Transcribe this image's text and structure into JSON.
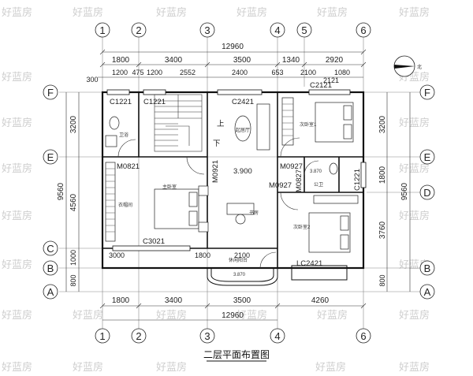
{
  "title": "二层平面布置图",
  "watermark": "好蓝房",
  "axes": {
    "top": [
      "1",
      "2",
      "3",
      "4",
      "5",
      "6"
    ],
    "bottom": [
      "1",
      "2",
      "3",
      "4",
      "6"
    ],
    "left": [
      "F",
      "E",
      "C",
      "B",
      "A"
    ],
    "right": [
      "F",
      "E",
      "D",
      "B",
      "A"
    ]
  },
  "dimensions": {
    "top_total": "12960",
    "top_row1": [
      "1800",
      "3400",
      "3500",
      "1340",
      "2920"
    ],
    "top_row2": [
      "300",
      "1200",
      "475",
      "1200",
      "2552",
      "2400",
      "653",
      "2100",
      "1080"
    ],
    "bottom_row1": [
      "1800",
      "3400",
      "3500",
      "4260"
    ],
    "bottom_total": "12960",
    "inner_bottom": [
      "3000",
      "1800",
      "2100"
    ],
    "window_top_right": "2121",
    "left_outer": "9560",
    "left_inner": [
      "3200",
      "4560",
      "1000",
      "800"
    ],
    "right_outer": "9560",
    "right_inner": [
      "3200",
      "1800",
      "3760",
      "800"
    ]
  },
  "labels": {
    "c1221_a": "C1221",
    "c1221_b": "C1221",
    "c2421": "C2421",
    "c2121": "C2121",
    "m0821": "M0821",
    "m0921_v": "M0921",
    "m0927_a": "M0927",
    "m0927_b": "M0927",
    "m0827": "M0827",
    "c1221_v": "C1221",
    "c3021": "C3021",
    "lc2421": "LC2421",
    "elev_main": "3.900",
    "elev_small": "3.870",
    "elev_bath": "3.870",
    "stair_up": "上",
    "stair_down": "下",
    "room_master": "主卧室",
    "room_wardrobe": "衣帽间",
    "room_bath1": "卫浴",
    "room_bath2": "公卫",
    "room_study": "书房",
    "room_second1": "次卧室1",
    "room_second2": "次卧室2",
    "room_leisure": "起居厅",
    "room_balcony": "休闲阳台",
    "north": "北"
  }
}
